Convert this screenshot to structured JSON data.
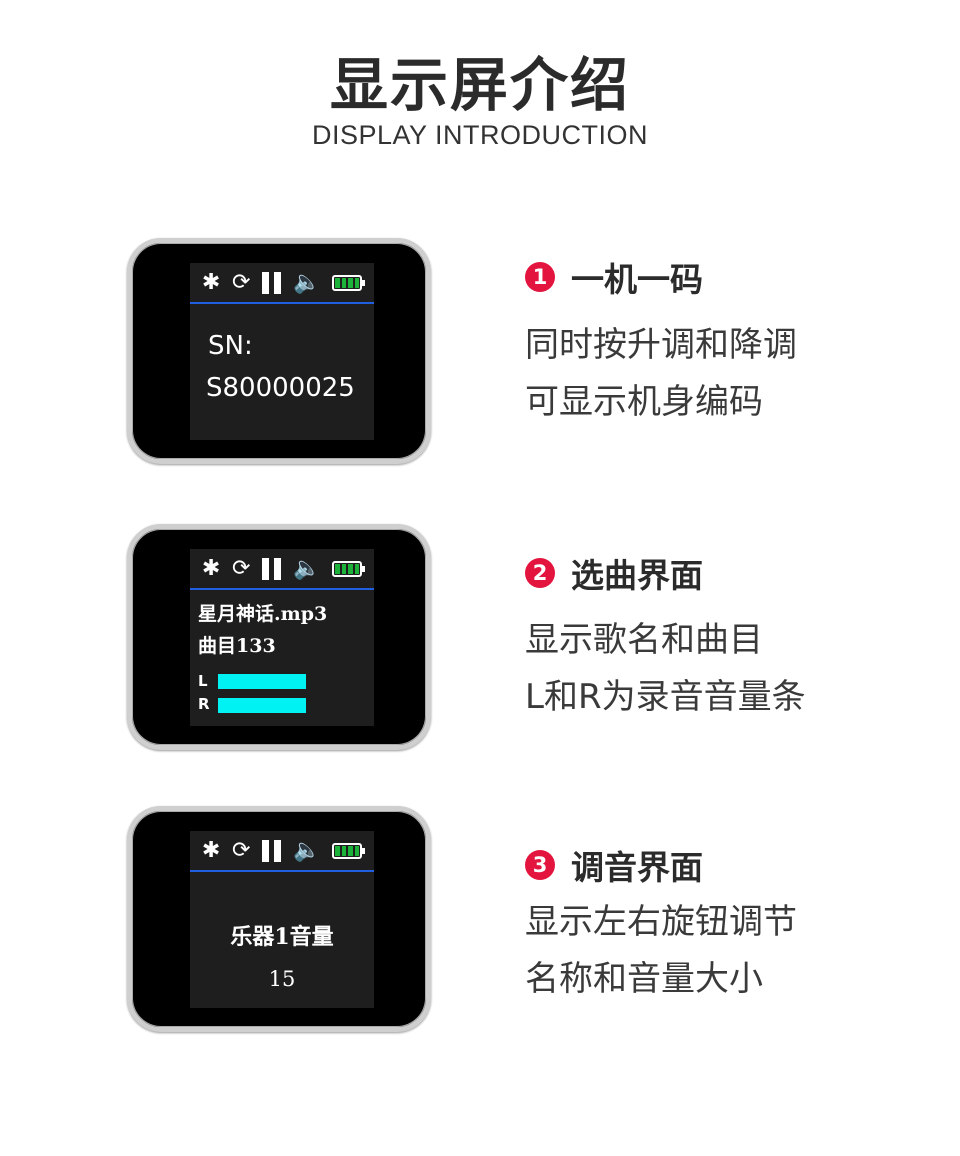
{
  "header": {
    "title": "显示屏介绍",
    "subtitle": "DISPLAY INTRODUCTION"
  },
  "status_icons": [
    "bluetooth-icon",
    "auto-sync-icon",
    "pause-icon",
    "speaker-icon",
    "battery-icon"
  ],
  "colors": {
    "accent": "#e3153f",
    "divider": "#1f5fe0",
    "level_bar": "#00f2f2",
    "battery": "#1db33a"
  },
  "sections": [
    {
      "num": "1",
      "heading": "一机一码",
      "lines": [
        "同时按升调和降调",
        "可显示机身编码"
      ],
      "screen": {
        "label": "SN:",
        "value": "S80000025"
      }
    },
    {
      "num": "2",
      "heading": "选曲界面",
      "lines": [
        "显示歌名和曲目",
        "L和R为录音音量条"
      ],
      "screen": {
        "song": "星月神话.mp3",
        "track": "曲目133",
        "left_label": "L",
        "right_label": "R",
        "left_level": 1.0,
        "right_level": 1.0
      }
    },
    {
      "num": "3",
      "heading": "调音界面",
      "lines": [
        "显示左右旋钮调节",
        "名称和音量大小"
      ],
      "screen": {
        "name": "乐器1音量",
        "value": "15"
      }
    }
  ]
}
